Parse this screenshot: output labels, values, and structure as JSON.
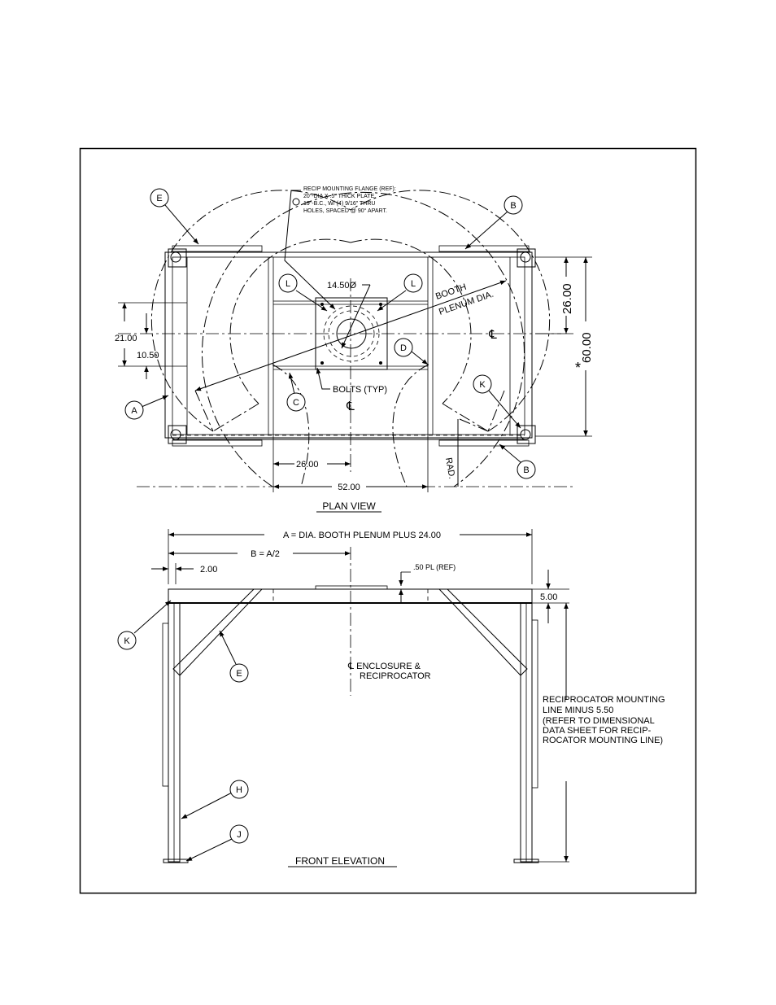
{
  "callouts": {
    "E": "E",
    "B": "B",
    "L": "L",
    "D": "D",
    "K": "K",
    "C": "C",
    "A": "A",
    "H": "H",
    "J": "J"
  },
  "plan": {
    "flange_note_1": "RECIP MOUNTING FLANGE (REF):",
    "flange_note_2": "20\"-DIA X .5\" THICK PLATE.",
    "flange_note_3": "19\"-B.C., W/ (4) 9/16\" THRU",
    "flange_note_4": "HOLES, SPACED @ 90° APART.",
    "dim_14_50": "14.50Ø",
    "booth_1": "BOOTH",
    "booth_2": "PLENUM DIA.",
    "centerline_symbol": "℄",
    "dim_26_00_right": "26.00",
    "dim_60_00": "60.00",
    "asterisk": "*",
    "dim_21_00": "21.00",
    "dim_10_50": "10.50",
    "bolts_typ": "BOLTS (TYP)",
    "rad": "RAD.",
    "dim_26_00_bottom": "26.00",
    "dim_52_00": "52.00",
    "title": "PLAN VIEW"
  },
  "elevation": {
    "dim_a": "A = DIA. BOOTH PLENUM PLUS 24.00",
    "dim_b": "B = A/2",
    "dim_2_00": "2.00",
    "dim_pl": ".50 PL (REF)",
    "dim_5_00": "5.00",
    "cl_note_1": "℄ ENCLOSURE &",
    "cl_note_2": "RECIPROCATOR",
    "recip_1": "RECIPROCATOR MOUNTING",
    "recip_2": "LINE MINUS 5.50",
    "recip_3": "(REFER TO DIMENSIONAL",
    "recip_4": "DATA SHEET FOR RECIP-",
    "recip_5": "ROCATOR MOUNTING LINE)",
    "title": "FRONT ELEVATION"
  }
}
